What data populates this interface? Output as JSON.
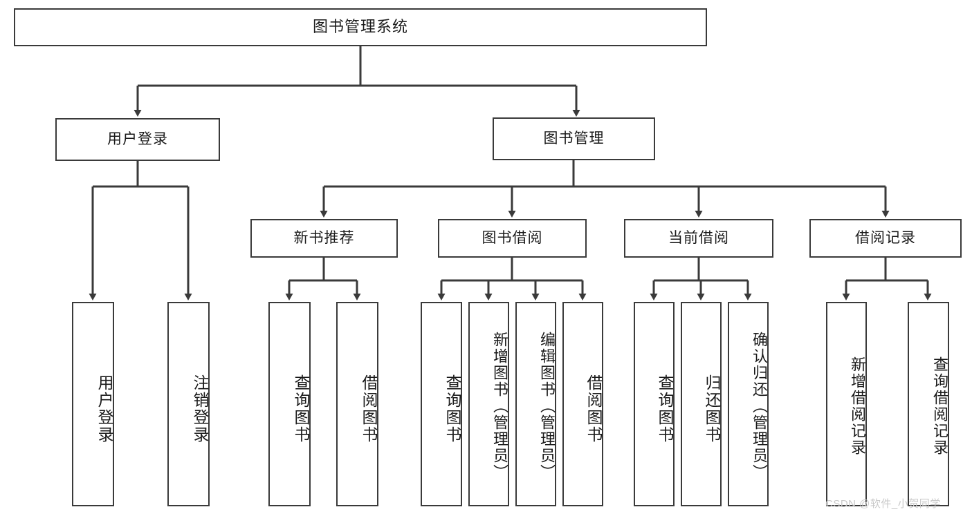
{
  "diagram": {
    "title": "图书管理系统",
    "type": "tree-hierarchy-flowchart",
    "root": {
      "label": "图书管理系统"
    },
    "level1": [
      {
        "label": "用户登录"
      },
      {
        "label": "图书管理"
      }
    ],
    "level2": [
      {
        "label": "新书推荐"
      },
      {
        "label": "图书借阅"
      },
      {
        "label": "当前借阅"
      },
      {
        "label": "借阅记录"
      }
    ],
    "leaves": {
      "user_login": [
        {
          "label": "用户登录"
        },
        {
          "label": "注销登录"
        }
      ],
      "new_book_recommend": [
        {
          "label": "查询图书"
        },
        {
          "label": "借阅图书"
        }
      ],
      "book_borrow": [
        {
          "label": "查询图书"
        },
        {
          "label": "新增图书（管理员）"
        },
        {
          "label": "编辑图书（管理员）"
        },
        {
          "label": "借阅图书"
        }
      ],
      "current_borrow": [
        {
          "label": "查询图书"
        },
        {
          "label": "归还图书"
        },
        {
          "label": "确认归还（管理员）"
        }
      ],
      "borrow_record": [
        {
          "label": "新增借阅记录"
        },
        {
          "label": "查询借阅记录"
        }
      ]
    }
  },
  "watermark": {
    "text": "CSDN @软件_小贺同学"
  },
  "colors": {
    "stroke": "#3a3a3a",
    "fill": "#ffffff",
    "text": "#1a1a1a",
    "watermark": "#c9c9c9"
  }
}
